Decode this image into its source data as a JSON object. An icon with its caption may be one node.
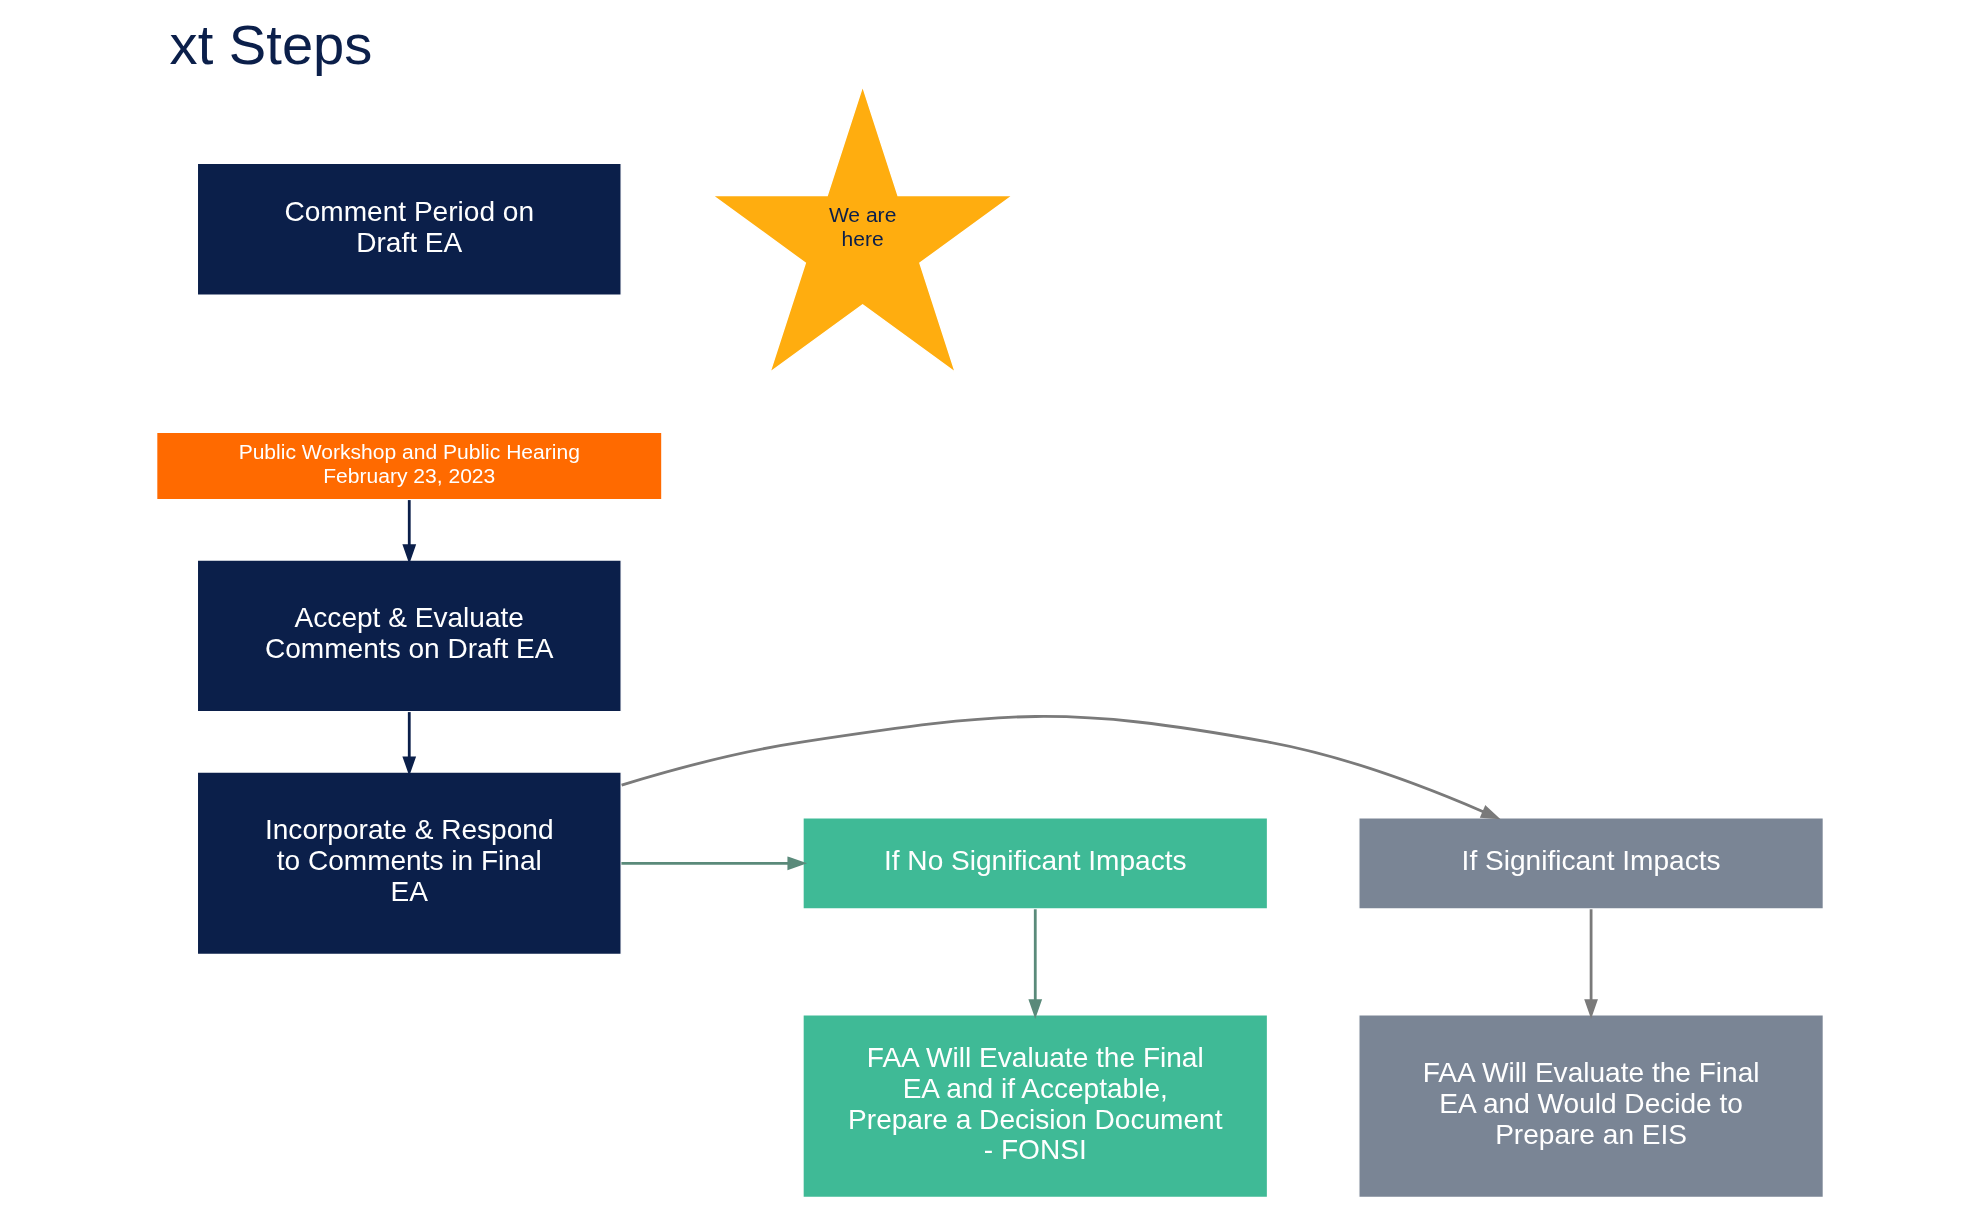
{
  "diagram": {
    "title": "xt Steps",
    "nodes": [
      {
        "text": [
          "Comment Period on Draft EA"
        ]
      },
      {
        "text": [
          "Public Workshop and Public Hearing February 23, 2023"
        ]
      },
      {
        "text": [
          "We are here"
        ]
      },
      {
        "text": [
          "Accept & Evaluate Comments on Draft EA"
        ]
      },
      {
        "text": [
          "Incorporate & Respond to Comments in Final EA"
        ]
      },
      {
        "text": [
          "If Significant Impacts"
        ]
      },
      {
        "text": [
          "If No Significant Impacts"
        ]
      },
      {
        "text": [
          "FAA Will Evaluate the Final EA and Would Decide to Prepare an EIS"
        ]
      },
      {
        "text": [
          "FAA Will Evaluate the Final EA and if Acceptable, Prepare a Decision Document - FONSI"
        ]
      }
    ],
    "edges": [
      {
        "from": 1,
        "to": 3,
        "arrow": "to",
        "color": "#0b1f4a"
      },
      {
        "from": 3,
        "to": 4,
        "arrow": "to",
        "color": "#0b1f4a"
      },
      {
        "from": 4,
        "to": 5,
        "arrow": "to",
        "color": "#7a7a7a"
      },
      {
        "from": 4,
        "to": 6,
        "arrow": "to",
        "color": "#5a8a7a"
      },
      {
        "from": 5,
        "to": 7,
        "arrow": "to",
        "color": "#7a7a7a"
      },
      {
        "from": 6,
        "to": 8,
        "arrow": "to",
        "color": "#5a8a7a"
      }
    ]
  }
}
